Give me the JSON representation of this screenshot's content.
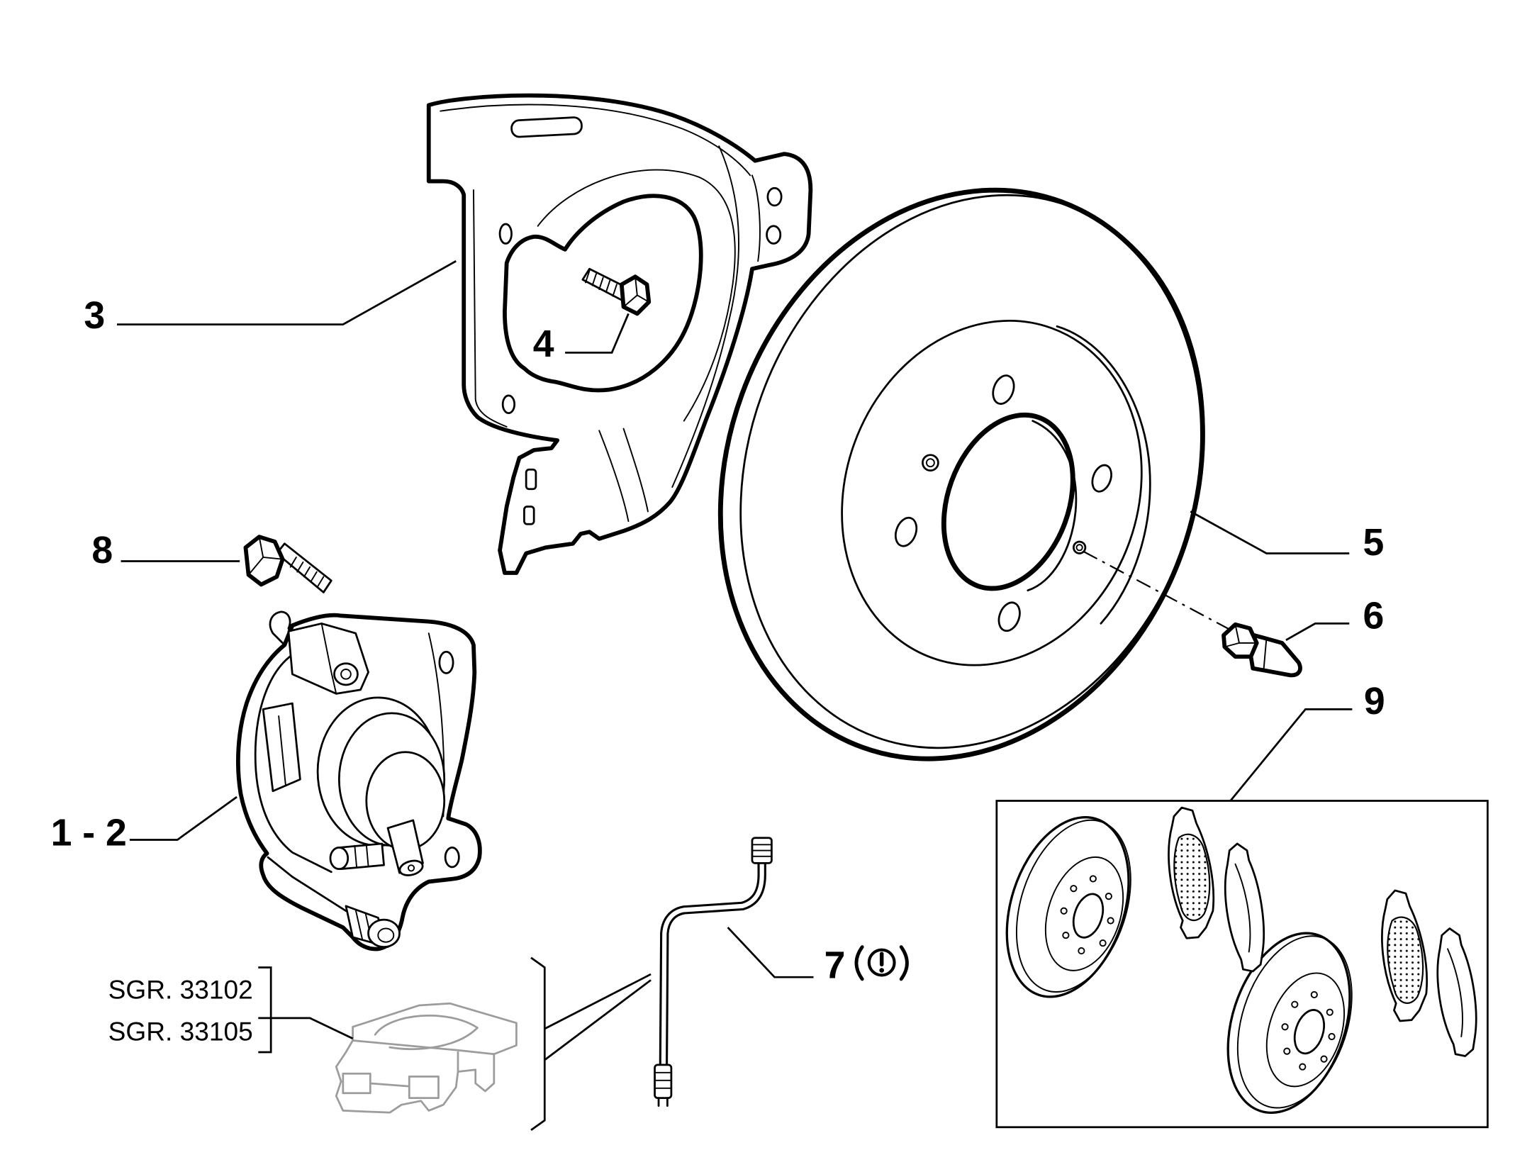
{
  "callouts": {
    "c1_2": "1 - 2",
    "c3": "3",
    "c4": "4",
    "c5": "5",
    "c6": "6",
    "c7": "7",
    "c8": "8",
    "c9": "9"
  },
  "cross_references": {
    "ref1": "SGR. 33102",
    "ref2": "SGR. 33105"
  },
  "icons": {
    "part_7_symbol": "brake-warning-icon"
  },
  "colors": {
    "line": "#000000",
    "background": "#ffffff",
    "reference_part": "#9c9c9c"
  }
}
